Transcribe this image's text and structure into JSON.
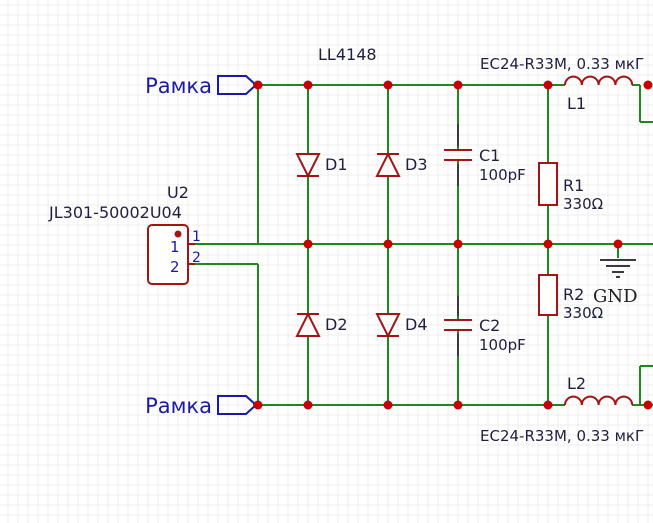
{
  "net_labels": {
    "top": "Рамка",
    "bottom": "Рамка"
  },
  "diode_type": "LL4148",
  "connector": {
    "ref": "U2",
    "part": "JL301-50002U04",
    "pin1": "1",
    "pin2": "2",
    "pin1_num": "1",
    "pin2_num": "2"
  },
  "diodes": {
    "d1": "D1",
    "d2": "D2",
    "d3": "D3",
    "d4": "D4"
  },
  "capacitors": {
    "c1": {
      "ref": "C1",
      "value": "100pF"
    },
    "c2": {
      "ref": "C2",
      "value": "100pF"
    }
  },
  "resistors": {
    "r1": {
      "ref": "R1",
      "value": "330Ω"
    },
    "r2": {
      "ref": "R2",
      "value": "330Ω"
    }
  },
  "inductors": {
    "l1": {
      "ref": "L1",
      "part": "EC24-R33M, 0.33 мкГ"
    },
    "l2": {
      "ref": "L2",
      "part": "EC24-R33M, 0.33 мкГ"
    }
  },
  "ground": "GND",
  "colors": {
    "wire": "#1e8a1e",
    "component": "#a31515",
    "junction": "#c80000",
    "net_label": "#1a1aa6"
  }
}
